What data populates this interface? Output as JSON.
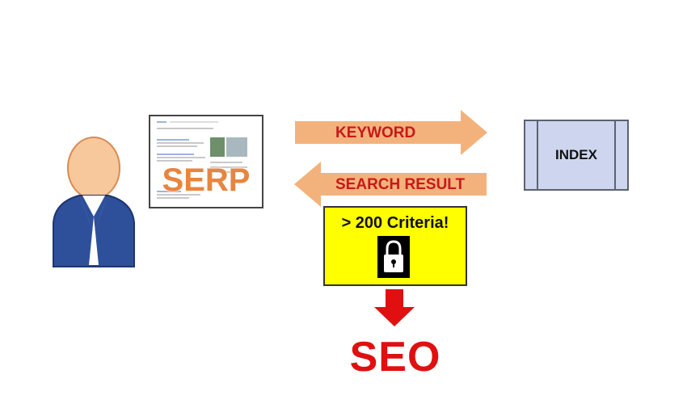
{
  "serp": {
    "label": "SERP"
  },
  "arrows": {
    "keyword": "KEYWORD",
    "search_result": "SEARCH RESULT"
  },
  "index": {
    "label": "INDEX"
  },
  "criteria": {
    "label": "> 200 Criteria!"
  },
  "seo": {
    "label": "SEO"
  },
  "colors": {
    "arrow": "#f3b27c",
    "arrow_text": "#c81919",
    "index_fill": "#cdd6ee",
    "criteria_fill": "#ffff00",
    "seo_text": "#e01010",
    "serp_text": "#e8853f",
    "person_suit": "#2e4f9a",
    "person_skin": "#f7c89b"
  },
  "icons": [
    "person-icon",
    "lock-icon",
    "down-arrow-icon"
  ]
}
